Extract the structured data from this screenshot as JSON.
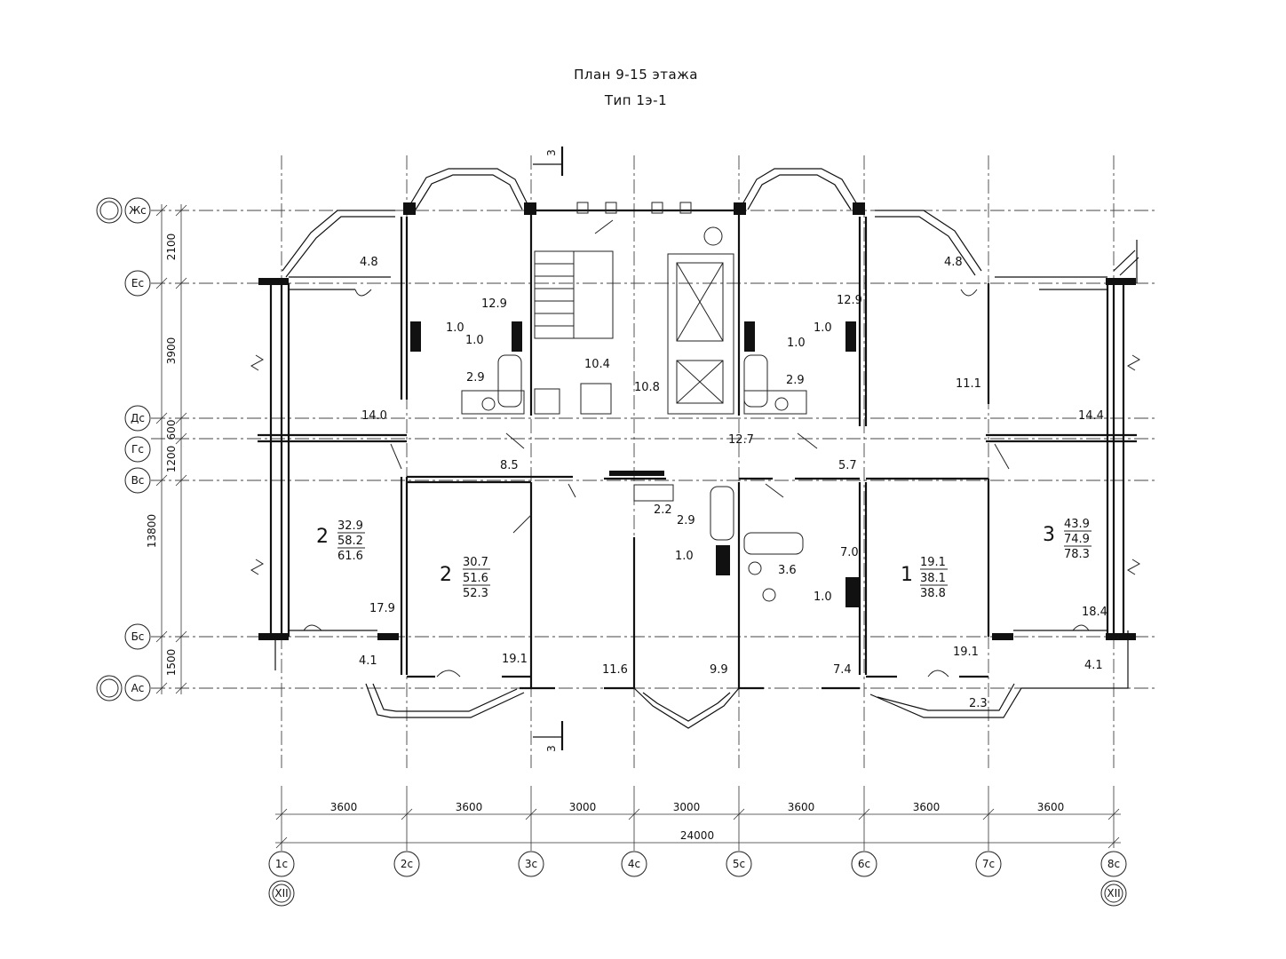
{
  "title": {
    "line1": "План 9-15 этажа",
    "line2": "Тип 1э-1"
  },
  "section_mark": "3",
  "row_axes": [
    "Жс",
    "Ес",
    "Дс",
    "Гс",
    "Вс",
    "Бс",
    "Ас"
  ],
  "col_axes": [
    "1с",
    "2с",
    "3с",
    "4с",
    "5с",
    "6с",
    "7с",
    "8с"
  ],
  "axis_refs": {
    "left": "XII",
    "right": "XII"
  },
  "vertical_dims": [
    "2100",
    "3900",
    "600",
    "1200",
    "13800",
    "1500"
  ],
  "horizontal_dims": [
    "3600",
    "3600",
    "3000",
    "3000",
    "3600",
    "3600",
    "3600"
  ],
  "total_dim": "24000",
  "room_areas": {
    "r1": "4.8",
    "r2": "12.9",
    "r3": "1.0",
    "r4": "1.0",
    "r5": "2.9",
    "r6": "10.4",
    "r7": "10.8",
    "r8": "12.9",
    "r9": "1.0",
    "r10": "1.0",
    "r11": "2.9",
    "r12": "4.8",
    "r13": "11.1",
    "r14": "14.0",
    "r15": "12.7",
    "r16": "14.4",
    "r17": "8.5",
    "r18": "5.7",
    "r19": "2.2",
    "r20": "2.9",
    "r21": "1.0",
    "r22": "3.6",
    "r23": "7.0",
    "r24": "1.0",
    "r25": "17.9",
    "r26": "18.4",
    "r27": "4.1",
    "r28": "19.1",
    "r29": "11.6",
    "r30": "9.9",
    "r31": "7.4",
    "r32": "19.1",
    "r33": "4.1",
    "r34": "2.3"
  },
  "apartments": [
    {
      "rooms": "2",
      "living": "32.9",
      "total": "58.2",
      "gross": "61.6"
    },
    {
      "rooms": "2",
      "living": "30.7",
      "total": "51.6",
      "gross": "52.3"
    },
    {
      "rooms": "1",
      "living": "19.1",
      "total": "38.1",
      "gross": "38.8"
    },
    {
      "rooms": "3",
      "living": "43.9",
      "total": "74.9",
      "gross": "78.3"
    }
  ]
}
